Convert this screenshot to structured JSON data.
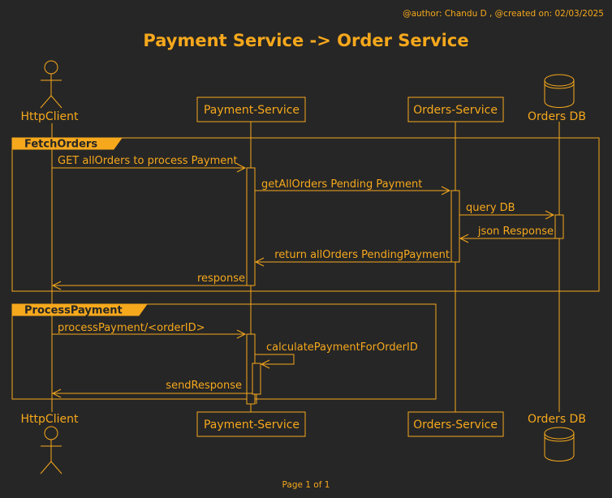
{
  "header_note": "@author: Chandu D , @created on: 02/03/2025",
  "title": "Payment Service -> Order Service",
  "footer": "Page 1 of 1",
  "accent_color": "#f6a81c",
  "background_color": "#262626",
  "participants": [
    {
      "name": "HttpClient",
      "kind": "actor"
    },
    {
      "name": "Payment-Service",
      "kind": "participant"
    },
    {
      "name": "Orders-Service",
      "kind": "participant"
    },
    {
      "name": "Orders DB",
      "kind": "database"
    }
  ],
  "groups": [
    {
      "label": "FetchOrders"
    },
    {
      "label": "ProcessPayment"
    }
  ],
  "messages": [
    {
      "from": "HttpClient",
      "to": "Payment-Service",
      "label": "GET allOrders to process Payment"
    },
    {
      "from": "Payment-Service",
      "to": "Orders-Service",
      "label": "getAllOrders Pending Payment"
    },
    {
      "from": "Orders-Service",
      "to": "Orders DB",
      "label": "query DB"
    },
    {
      "from": "Orders DB",
      "to": "Orders-Service",
      "label": "json Response"
    },
    {
      "from": "Orders-Service",
      "to": "Payment-Service",
      "label": "return allOrders PendingPayment"
    },
    {
      "from": "Payment-Service",
      "to": "HttpClient",
      "label": "response"
    },
    {
      "from": "HttpClient",
      "to": "Payment-Service",
      "label": "processPayment/<orderID>"
    },
    {
      "from": "Payment-Service",
      "to": "Payment-Service",
      "label": "calculatePaymentForOrderID"
    },
    {
      "from": "Payment-Service",
      "to": "HttpClient",
      "label": "sendResponse"
    }
  ]
}
